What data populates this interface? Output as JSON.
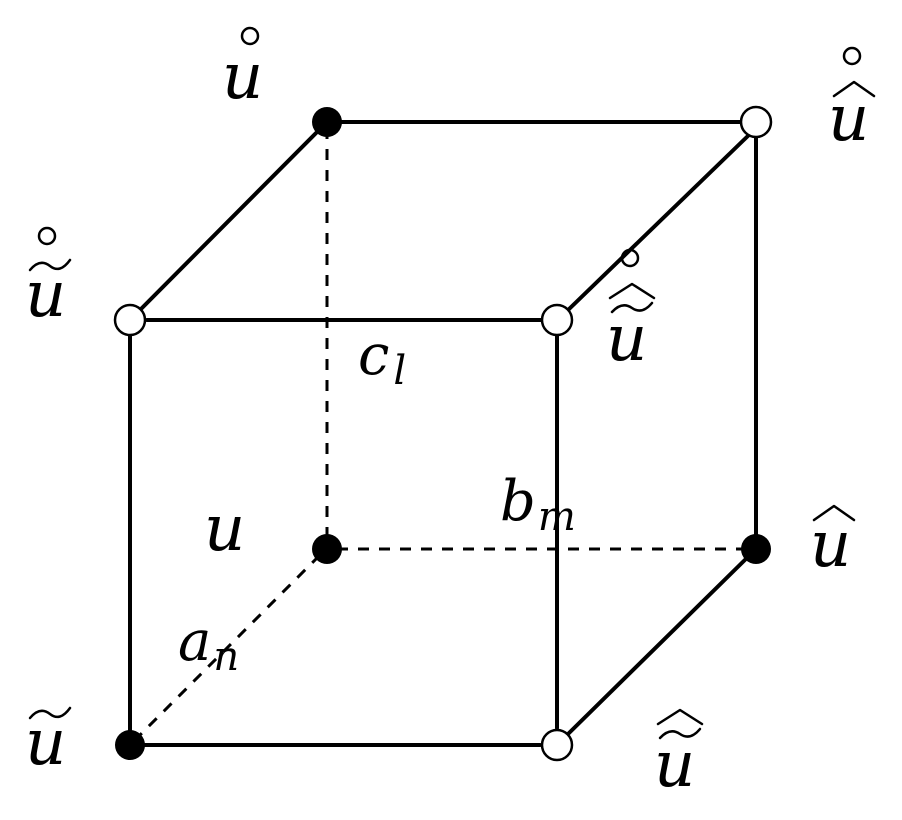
{
  "diagram": {
    "base_symbol": "u",
    "edge_labels": {
      "a": {
        "base": "a",
        "sub": "n"
      },
      "b": {
        "base": "b",
        "sub": "m"
      },
      "c": {
        "base": "c",
        "sub": "l"
      }
    },
    "colors": {
      "stroke": "#000000",
      "filled_vertex": "#000000",
      "open_vertex": "#ffffff",
      "background": "#ffffff"
    },
    "vertices": [
      {
        "id": "u",
        "marker": "filled",
        "accents": []
      },
      {
        "id": "u-hat",
        "marker": "filled",
        "accents": [
          "hat"
        ]
      },
      {
        "id": "u-tilde",
        "marker": "filled",
        "accents": [
          "tilde"
        ]
      },
      {
        "id": "u-hat-tilde",
        "marker": "open",
        "accents": [
          "tilde",
          "hat"
        ]
      },
      {
        "id": "u-ring",
        "marker": "filled",
        "accents": [
          "ring"
        ]
      },
      {
        "id": "u-ring-hat",
        "marker": "open",
        "accents": [
          "hat",
          "ring"
        ]
      },
      {
        "id": "u-ring-tilde",
        "marker": "open",
        "accents": [
          "tilde",
          "ring"
        ]
      },
      {
        "id": "u-ring-hat-tilde",
        "marker": "open",
        "accents": [
          "tilde",
          "hat",
          "ring"
        ]
      }
    ]
  }
}
